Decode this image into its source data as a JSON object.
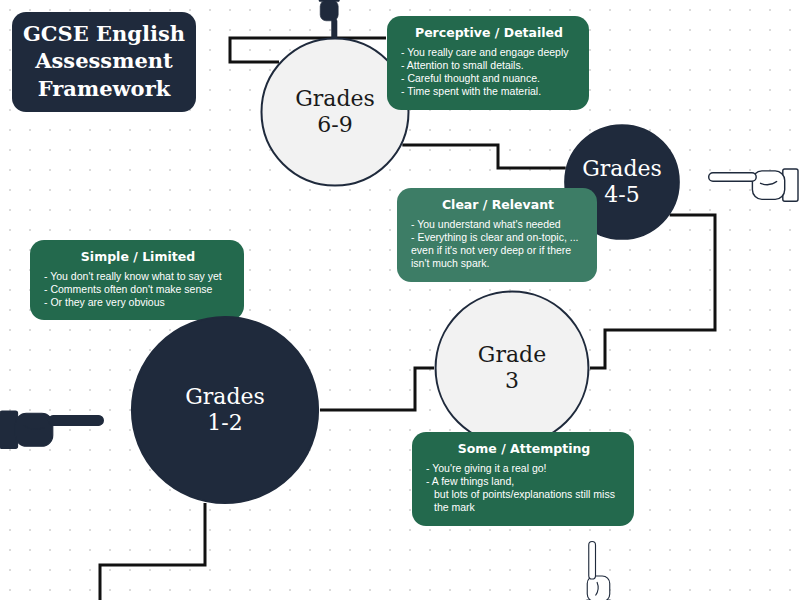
{
  "diagram": {
    "title": "GCSE English Assessment Framework",
    "nodes": [
      {
        "text": [
          "Grades 6-9"
        ]
      },
      {
        "text": [
          "Perceptive / Detailed",
          "- You really care and engage deeply",
          "- Attention to small details.",
          "- Careful thought and nuance.",
          "- Time spent with the material."
        ]
      },
      {
        "text": [
          "Grades 4-5"
        ]
      },
      {
        "text": [
          "Clear / Relevant",
          "- You understand what's needed",
          "- Everything is clear and on-topic, ... even if it's not very deep or if there isn't much spark."
        ]
      },
      {
        "text": [
          "Simple / Limited",
          "- You don't really know what to say yet",
          "- Comments often don't make sense",
          "- Or they are very obvious"
        ]
      },
      {
        "text": [
          "Grade 3"
        ]
      },
      {
        "text": [
          "Grades 1-2"
        ]
      },
      {
        "text": [
          "Some / Attempting",
          "- You're giving it a real go!",
          "- A few things land,",
          "but lots of points/explanations still miss the mark"
        ]
      }
    ],
    "edges": [
      {
        "from": 6,
        "to": 5,
        "arrow": "none"
      },
      {
        "from": 5,
        "to": 2,
        "arrow": "none"
      },
      {
        "from": 2,
        "to": 0,
        "arrow": "none"
      }
    ]
  }
}
